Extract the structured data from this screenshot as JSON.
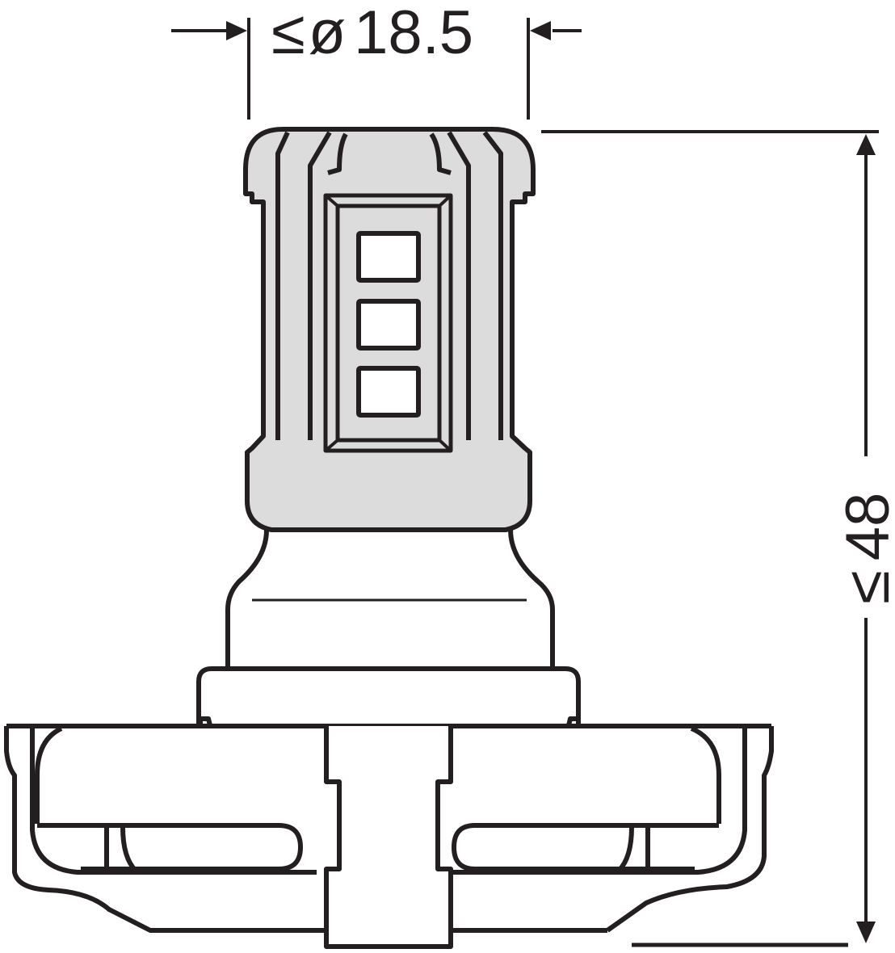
{
  "drawing": {
    "subject": "LED automotive bulb technical dimension drawing (side view)",
    "colors": {
      "line": "#231f20",
      "housing_fill": "#dcdcdc",
      "led_fill": "#ffffff",
      "background": "#ffffff"
    },
    "dimensions": {
      "diameter": {
        "symbol_le": "≤",
        "symbol_diameter": "ø",
        "value": "18.5",
        "label": "≤ø18.5"
      },
      "height": {
        "symbol_le": "≤",
        "value": "48",
        "label": "≤48"
      }
    },
    "components": {
      "led_chips": 3
    }
  }
}
